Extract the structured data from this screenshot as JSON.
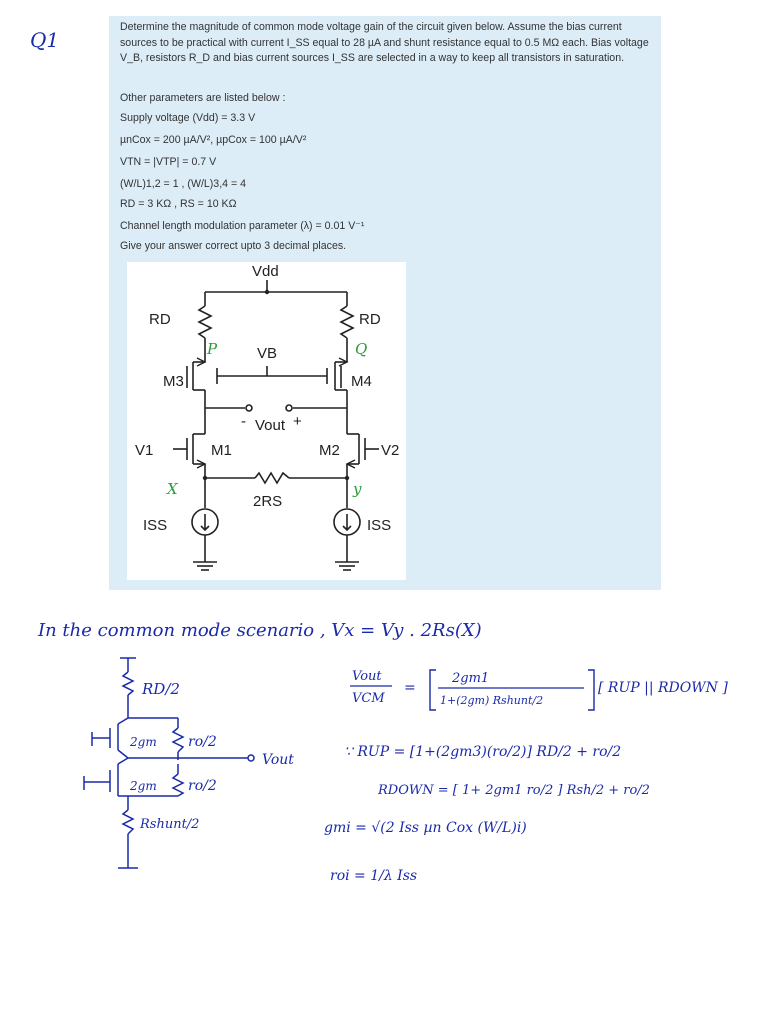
{
  "question_label": "Q1",
  "question": {
    "intro": "Determine the magnitude of common mode voltage gain of the circuit given below. Assume the bias current sources to be practical with current I_SS equal to 28 µA and shunt resistance equal to 0.5 MΩ each. Bias voltage V_B, resistors R_D and bias current sources I_SS are selected in a way to keep all transistors in saturation.",
    "other_params": "Other parameters are listed below :",
    "vdd": "Supply voltage (Vdd) = 3.3 V",
    "mobility": "µnCox = 200 µA/V², µpCox = 100 µA/V²",
    "vt": "VTN = |VTP| = 0.7 V",
    "wl": "(W/L)1,2 = 1 , (W/L)3,4 = 4",
    "resistors": "RD = 3 KΩ , RS = 10 KΩ",
    "lambda": "Channel length modulation parameter (λ) = 0.01 V⁻¹",
    "precision": "Give your answer correct upto 3 decimal places."
  },
  "circuit": {
    "vdd": "Vdd",
    "rd_left": "RD",
    "rd_right": "RD",
    "vb": "VB",
    "m3": "M3",
    "m4": "M4",
    "m1": "M1",
    "m2": "M2",
    "v1": "V1",
    "v2": "V2",
    "vout_minus": "-",
    "vout": "Vout",
    "vout_plus": "+",
    "two_rs": "2RS",
    "iss_left": "ISS",
    "iss_right": "ISS",
    "node_p": "P",
    "node_q": "Q",
    "node_x": "X",
    "node_y": "y"
  },
  "work": {
    "title": "In the common mode scenario , Vx = Vy . 2Rs(X)",
    "half_circuit": {
      "rd": "RD/2",
      "gm_top": "2gm",
      "ro_top": "ro/2",
      "gm_bot": "2gm",
      "ro_bot": "ro/2",
      "rshunt": "Rshunt/2",
      "vout": "Vout"
    },
    "eq_gain_lhs_num": "Vout",
    "eq_gain_lhs_den": "VCM",
    "eq_gain_eq": "=",
    "eq_gain_num": "2gm1",
    "eq_gain_den": "1+(2gm) Rshunt/2",
    "eq_gain_rhs": "[ RUP || RDOWN ]",
    "eq_rup": "∵ RUP = [1+(2gm3)(ro/2)] RD/2 + ro/2",
    "eq_rdown": "RDOWN = [ 1+ 2gm1 ro/2 ] Rsh/2 + ro/2",
    "eq_gm": "gmi = √(2 Iss µn Cox (W/L)i)",
    "eq_ro": "roi = 1/λ Iss"
  }
}
